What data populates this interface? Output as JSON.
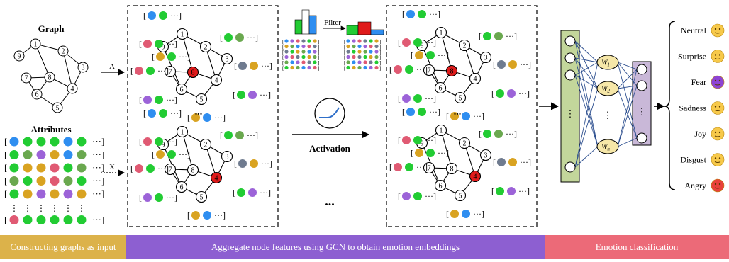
{
  "input": {
    "graph_label": "Graph",
    "attributes_label": "Attributes",
    "edge_a": "A",
    "edge_x": "X",
    "nodes": [
      "1",
      "2",
      "3",
      "4",
      "5",
      "6",
      "7",
      "8",
      "9"
    ]
  },
  "middle": {
    "filter_label": "Filter",
    "activation_label": "Activation",
    "ellipsis": "...",
    "vertical_ellipsis": "⋮"
  },
  "classifier": {
    "weights": [
      "W1",
      "W2",
      "Wn"
    ]
  },
  "emotions": [
    {
      "label": "Neutral",
      "color": "#f7c94a",
      "face": "😐"
    },
    {
      "label": "Surprise",
      "color": "#f7c94a",
      "face": "😲"
    },
    {
      "label": "Fear",
      "color": "#8e44d4",
      "face": "😈"
    },
    {
      "label": "Sadness",
      "color": "#f7c94a",
      "face": "😭"
    },
    {
      "label": "Joy",
      "color": "#f7c94a",
      "face": "😁"
    },
    {
      "label": "Disgust",
      "color": "#f7c94a",
      "face": "😕"
    },
    {
      "label": "Angry",
      "color": "#e8413b",
      "face": "😡"
    }
  ],
  "stages": [
    {
      "label": "Constructing graphs as input",
      "color": "#dcb24a"
    },
    {
      "label": "Aggregate node features using GCN to obtain emotion embeddings",
      "color": "#8d5fd1"
    },
    {
      "label": "Emotion classification",
      "color": "#ec6a78"
    }
  ],
  "palette": {
    "feature_colors": [
      "#2f8ef0",
      "#22cc33",
      "#9c63d8",
      "#d9a321",
      "#e05a73",
      "#6aa84f",
      "#6f7b8f"
    ],
    "highlight_node": "#e01b1b",
    "layer_green": "#c3d69b",
    "layer_purple": "#c9b8d8"
  }
}
